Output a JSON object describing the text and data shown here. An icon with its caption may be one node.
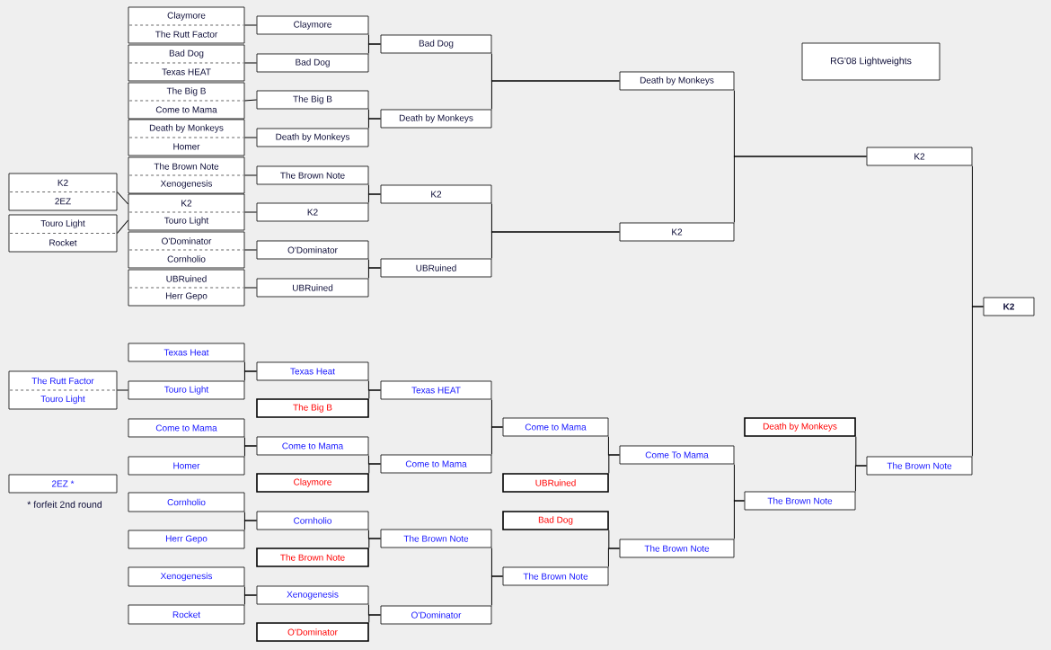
{
  "diagram": {
    "title": "RG'08 Lightweights",
    "nodes": [
      {
        "text": [
          "K2",
          "2EZ"
        ]
      },
      {
        "text": [
          "Touro Light",
          "Rocket"
        ]
      },
      {
        "text": [
          "Claymore",
          "The Rutt Factor"
        ]
      },
      {
        "text": [
          "Bad Dog",
          "Texas HEAT"
        ]
      },
      {
        "text": [
          "The Big B",
          "Come to Mama"
        ]
      },
      {
        "text": [
          "Death by Monkeys",
          "Homer"
        ]
      },
      {
        "text": [
          "The Brown Note",
          "Xenogenesis"
        ]
      },
      {
        "text": [
          "K2",
          "Touro Light"
        ]
      },
      {
        "text": [
          "O'Dominator",
          "Cornholio"
        ]
      },
      {
        "text": [
          "UBRuined",
          "Herr Gepo"
        ]
      },
      {
        "text": [
          "Claymore"
        ]
      },
      {
        "text": [
          "Bad Dog"
        ]
      },
      {
        "text": [
          "The Big B"
        ]
      },
      {
        "text": [
          "Death by Monkeys"
        ]
      },
      {
        "text": [
          "The Brown Note"
        ]
      },
      {
        "text": [
          "K2"
        ]
      },
      {
        "text": [
          "O'Dominator"
        ]
      },
      {
        "text": [
          "UBRuined"
        ]
      },
      {
        "text": [
          "Bad Dog"
        ]
      },
      {
        "text": [
          "Death by Monkeys"
        ]
      },
      {
        "text": [
          "K2"
        ]
      },
      {
        "text": [
          "UBRuined"
        ]
      },
      {
        "text": [
          "Death by Monkeys"
        ]
      },
      {
        "text": [
          "K2"
        ]
      },
      {
        "text": [
          "K2"
        ]
      },
      {
        "text": [
          "K2"
        ]
      },
      {
        "text": [
          "The Rutt Factor",
          "Touro Light"
        ]
      },
      {
        "text": [
          "2EZ *"
        ]
      },
      {
        "text": [
          "Texas Heat"
        ]
      },
      {
        "text": [
          "Touro Light"
        ]
      },
      {
        "text": [
          "Come to Mama"
        ]
      },
      {
        "text": [
          "Homer"
        ]
      },
      {
        "text": [
          "Cornholio"
        ]
      },
      {
        "text": [
          "Herr Gepo"
        ]
      },
      {
        "text": [
          "Xenogenesis"
        ]
      },
      {
        "text": [
          "Rocket"
        ]
      },
      {
        "text": [
          "Texas Heat"
        ]
      },
      {
        "text": [
          "The Big B"
        ]
      },
      {
        "text": [
          "Come to Mama"
        ]
      },
      {
        "text": [
          "Claymore"
        ]
      },
      {
        "text": [
          "Cornholio"
        ]
      },
      {
        "text": [
          "The Brown Note"
        ]
      },
      {
        "text": [
          "Xenogenesis"
        ]
      },
      {
        "text": [
          "O'Dominator"
        ]
      },
      {
        "text": [
          "Texas HEAT"
        ]
      },
      {
        "text": [
          "Come to Mama"
        ]
      },
      {
        "text": [
          "The Brown Note"
        ]
      },
      {
        "text": [
          "O'Dominator"
        ]
      },
      {
        "text": [
          "Come to Mama"
        ]
      },
      {
        "text": [
          "UBRuined"
        ]
      },
      {
        "text": [
          "Bad Dog"
        ]
      },
      {
        "text": [
          "The Brown Note"
        ]
      },
      {
        "text": [
          "Come To Mama"
        ]
      },
      {
        "text": [
          "The Brown Note"
        ]
      },
      {
        "text": [
          "Death by Monkeys"
        ]
      },
      {
        "text": [
          "The Brown Note"
        ]
      },
      {
        "text": [
          "The Brown Note"
        ]
      }
    ],
    "edges": [
      {
        "from": 0,
        "to": 7,
        "arrow": "none"
      },
      {
        "from": 1,
        "to": 7,
        "arrow": "none"
      },
      {
        "from": 2,
        "to": 10,
        "arrow": "none"
      },
      {
        "from": 3,
        "to": 11,
        "arrow": "none"
      },
      {
        "from": 4,
        "to": 12,
        "arrow": "none"
      },
      {
        "from": 5,
        "to": 13,
        "arrow": "none"
      },
      {
        "from": 6,
        "to": 14,
        "arrow": "none"
      },
      {
        "from": 7,
        "to": 15,
        "arrow": "none"
      },
      {
        "from": 8,
        "to": 16,
        "arrow": "none"
      },
      {
        "from": 9,
        "to": 17,
        "arrow": "none"
      },
      {
        "from": 10,
        "to": 18,
        "arrow": "none"
      },
      {
        "from": 11,
        "to": 18,
        "arrow": "none"
      },
      {
        "from": 12,
        "to": 19,
        "arrow": "none"
      },
      {
        "from": 13,
        "to": 19,
        "arrow": "none"
      },
      {
        "from": 14,
        "to": 20,
        "arrow": "none"
      },
      {
        "from": 15,
        "to": 20,
        "arrow": "none"
      },
      {
        "from": 16,
        "to": 21,
        "arrow": "none"
      },
      {
        "from": 17,
        "to": 21,
        "arrow": "none"
      },
      {
        "from": 18,
        "to": 22,
        "arrow": "none"
      },
      {
        "from": 19,
        "to": 22,
        "arrow": "none"
      },
      {
        "from": 20,
        "to": 23,
        "arrow": "none"
      },
      {
        "from": 21,
        "to": 23,
        "arrow": "none"
      },
      {
        "from": 22,
        "to": 24,
        "arrow": "none"
      },
      {
        "from": 23,
        "to": 24,
        "arrow": "none"
      },
      {
        "from": 24,
        "to": 25,
        "arrow": "none"
      },
      {
        "from": 56,
        "to": 25,
        "arrow": "none"
      },
      {
        "from": 26,
        "to": 29,
        "arrow": "none"
      },
      {
        "from": 28,
        "to": 36,
        "arrow": "none"
      },
      {
        "from": 29,
        "to": 36,
        "arrow": "none"
      },
      {
        "from": 30,
        "to": 38,
        "arrow": "none"
      },
      {
        "from": 31,
        "to": 38,
        "arrow": "none"
      },
      {
        "from": 32,
        "to": 40,
        "arrow": "none"
      },
      {
        "from": 33,
        "to": 40,
        "arrow": "none"
      },
      {
        "from": 34,
        "to": 42,
        "arrow": "none"
      },
      {
        "from": 35,
        "to": 42,
        "arrow": "none"
      },
      {
        "from": 36,
        "to": 44,
        "arrow": "none"
      },
      {
        "from": 37,
        "to": 44,
        "arrow": "none"
      },
      {
        "from": 38,
        "to": 45,
        "arrow": "none"
      },
      {
        "from": 39,
        "to": 45,
        "arrow": "none"
      },
      {
        "from": 40,
        "to": 46,
        "arrow": "none"
      },
      {
        "from": 41,
        "to": 46,
        "arrow": "none"
      },
      {
        "from": 42,
        "to": 47,
        "arrow": "none"
      },
      {
        "from": 43,
        "to": 47,
        "arrow": "none"
      },
      {
        "from": 44,
        "to": 48,
        "arrow": "none"
      },
      {
        "from": 45,
        "to": 48,
        "arrow": "none"
      },
      {
        "from": 46,
        "to": 51,
        "arrow": "none"
      },
      {
        "from": 47,
        "to": 51,
        "arrow": "none"
      },
      {
        "from": 48,
        "to": 52,
        "arrow": "none"
      },
      {
        "from": 49,
        "to": 52,
        "arrow": "none"
      },
      {
        "from": 50,
        "to": 53,
        "arrow": "none"
      },
      {
        "from": 51,
        "to": 53,
        "arrow": "none"
      },
      {
        "from": 52,
        "to": 55,
        "arrow": "none"
      },
      {
        "from": 53,
        "to": 55,
        "arrow": "none"
      },
      {
        "from": 54,
        "to": 56,
        "arrow": "none"
      },
      {
        "from": 55,
        "to": 56,
        "arrow": "none"
      }
    ],
    "labels": [
      "* forfeit 2nd round"
    ]
  }
}
